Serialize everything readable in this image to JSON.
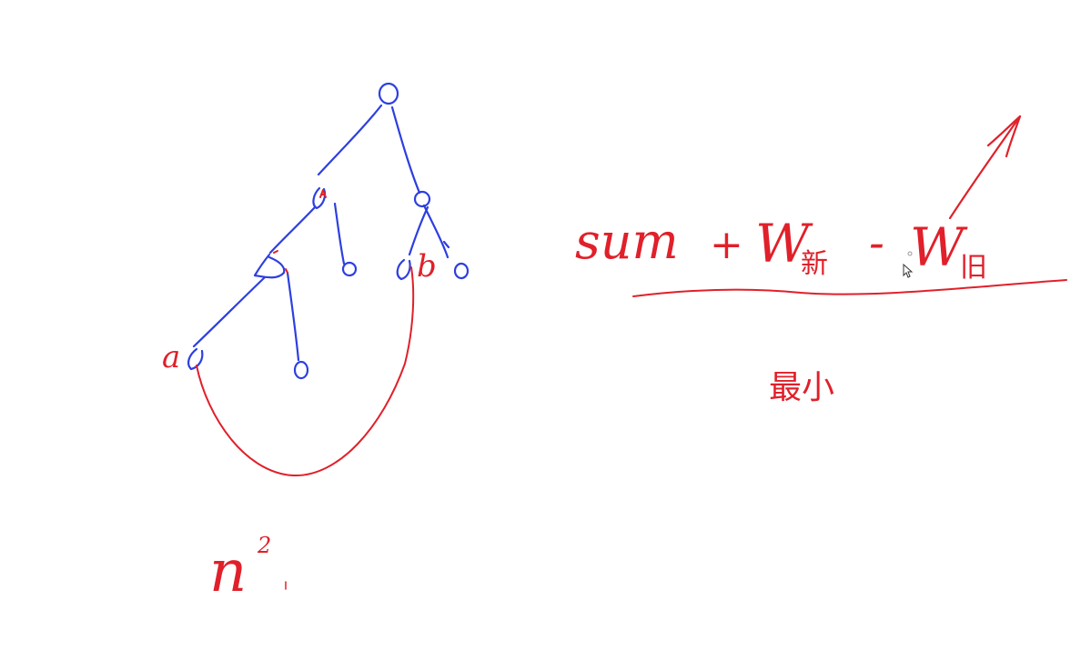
{
  "colors": {
    "tree_ink": "#2d3fe0",
    "annotation_ink": "#e0202a",
    "background": "#ffffff",
    "cursor_fill": "#ffffff",
    "cursor_stroke": "#333333"
  },
  "tree": {
    "node_label_a": "a",
    "node_label_b": "b"
  },
  "formula": {
    "sum": "sum",
    "plus": "+",
    "w_new": "W",
    "w_new_subscript": "新",
    "minus": "-",
    "w_old": "W",
    "w_old_subscript": "旧",
    "below_text": "最小"
  },
  "complexity": {
    "text": "n",
    "exponent": "2"
  },
  "icons": {
    "cursor": "mouse-pointer-icon",
    "arrow": "arrow-up-right-icon"
  }
}
